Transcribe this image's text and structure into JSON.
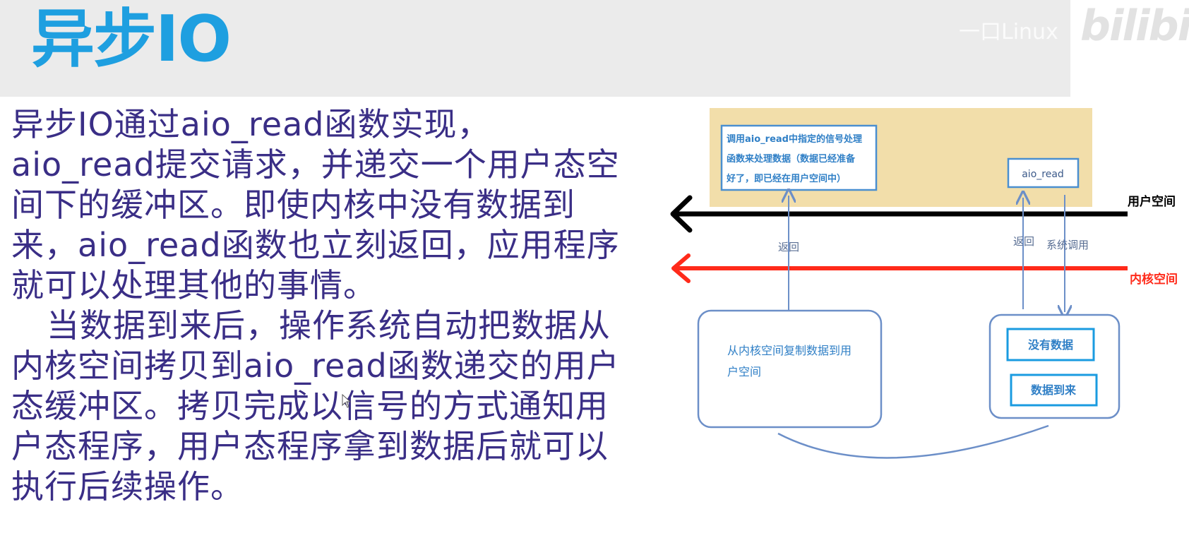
{
  "slide": {
    "title": "异步IO",
    "paragraph_1": "异步IO通过aio_read函数实现，aio_read提交请求，并递交一个用户态空间下的缓冲区。即使内核中没有数据到来，aio_read函数也立刻返回，应用程序就可以处理其他的事情。",
    "paragraph_2": "当数据到来后，操作系统自动把数据从内核空间拷贝到aio_read函数递交的用户态缓冲区。拷贝完成以信号的方式通知用户态程序，用户态程序拿到数据后就可以执行后续操作。"
  },
  "watermark": {
    "channel": "一口Linux",
    "logo": "bilibili"
  },
  "diagram": {
    "signal_handler_lines": [
      "调用aio_read中指定的信号处理",
      "函数来处理数据（数据已经准备",
      "好了，即已经在用户空间中）"
    ],
    "aio_read_box": "aio_read",
    "user_space_label": "用户空间",
    "kernel_space_label": "内核空间",
    "return_left": "返回",
    "return_right": "返回",
    "syscall_label": "系统调用",
    "copy_box_lines": [
      "从内核空间复制数据到用",
      "户空间"
    ],
    "no_data": "没有数据",
    "data_arrived": "数据到来",
    "colors": {
      "title": "#1e9fe0",
      "body_text": "#3a2e86",
      "user_panel": "#f2deaa",
      "box_border": "#4a8fd0",
      "flow_border": "#6c8fc8",
      "user_line": "#000000",
      "kernel_line": "#ff2a1a"
    }
  }
}
